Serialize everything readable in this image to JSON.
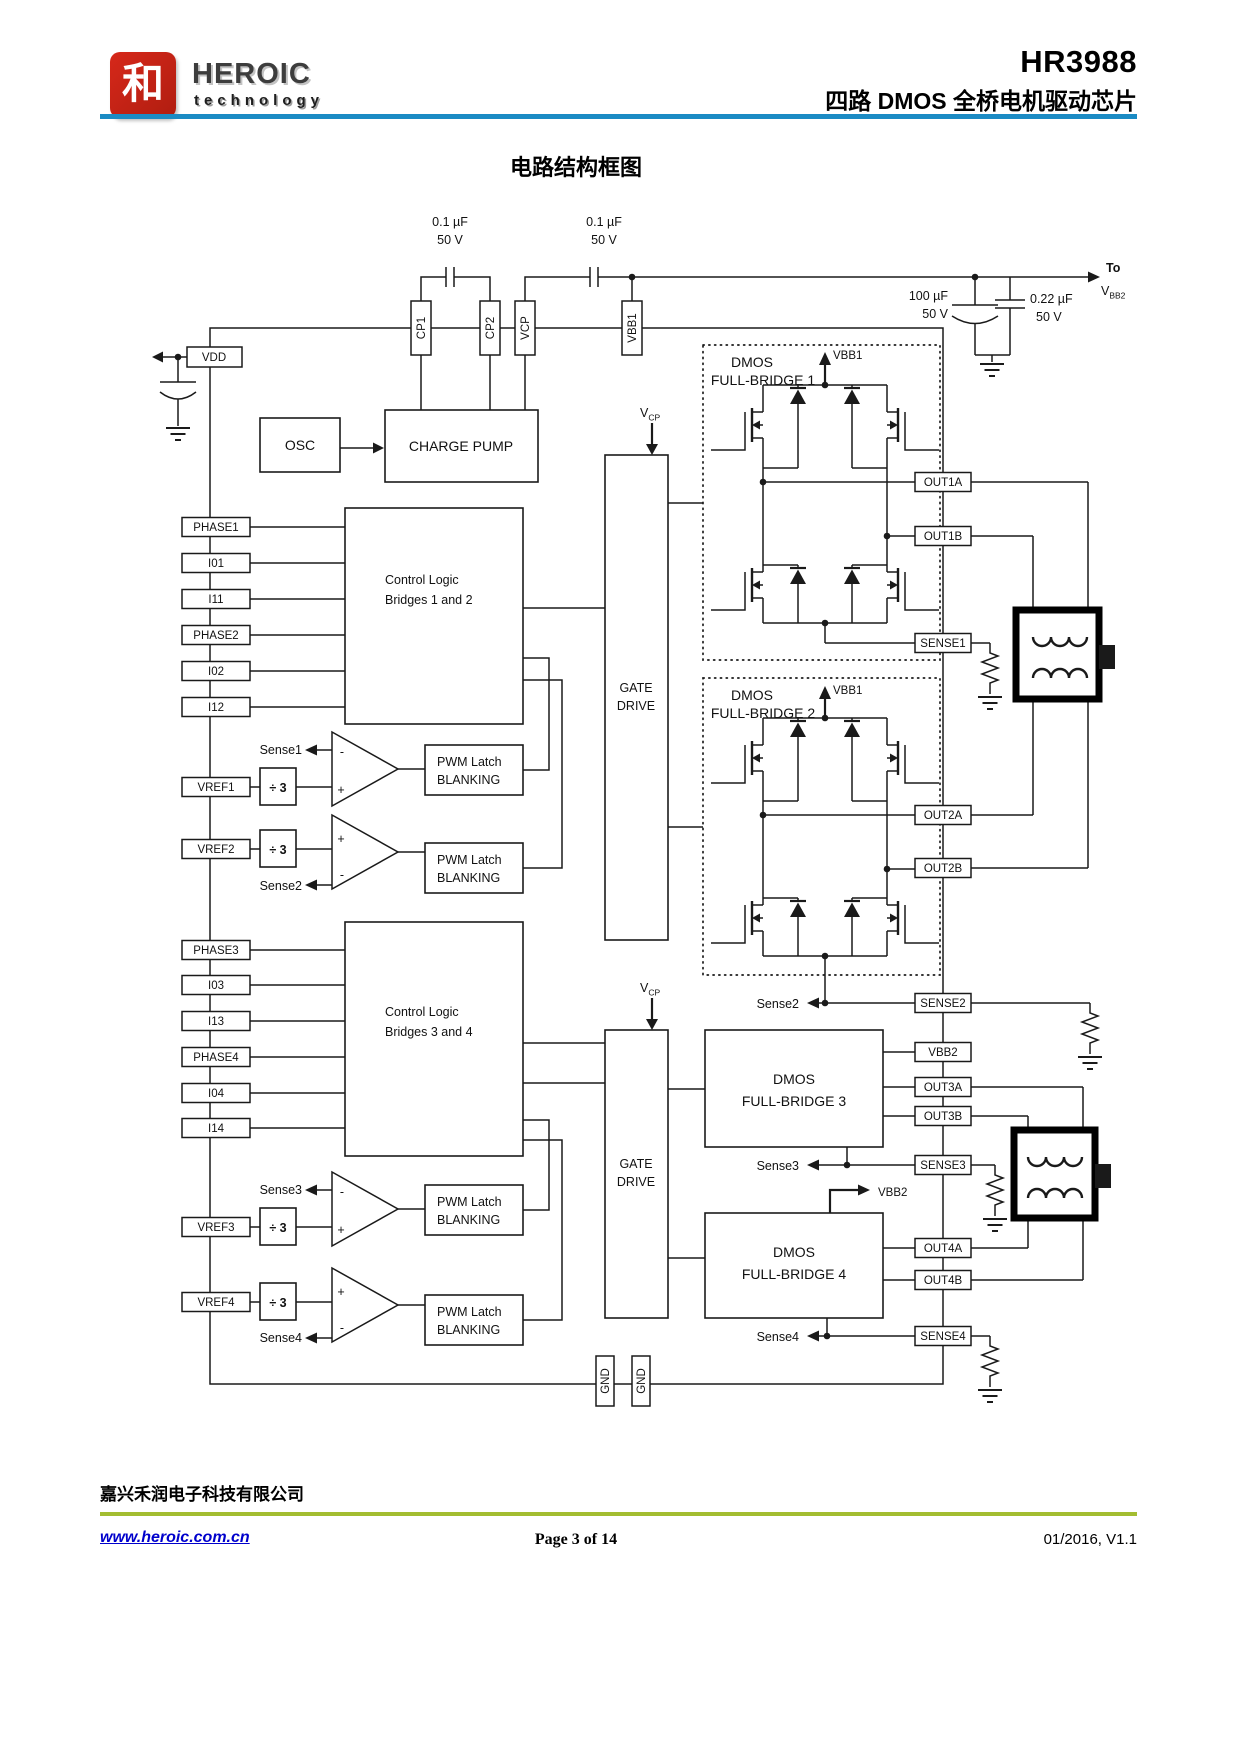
{
  "header": {
    "seal_char": "和",
    "brand": "HEROIC",
    "brand_sub": "technology",
    "part_number": "HR3988",
    "subtitle": "四路 DMOS 全桥电机驱动芯片"
  },
  "page_title": "电路结构框图",
  "colors": {
    "header_rule": "#1b8bc4",
    "footer_rule": "#a3bd31",
    "link": "#0000cc",
    "seal_red": "#d6281a"
  },
  "diagram": {
    "pins": {
      "top": [
        "CP1",
        "CP2",
        "VCP",
        "VBB1"
      ],
      "left": [
        "VDD",
        "PHASE1",
        "I01",
        "I11",
        "PHASE2",
        "I02",
        "I12",
        "VREF1",
        "VREF2",
        "PHASE3",
        "I03",
        "I13",
        "PHASE4",
        "I04",
        "I14",
        "VREF3",
        "VREF4"
      ],
      "right": [
        "OUT1A",
        "OUT1B",
        "SENSE1",
        "OUT2A",
        "OUT2B",
        "SENSE2",
        "VBB2",
        "OUT3A",
        "OUT3B",
        "SENSE3",
        "OUT4A",
        "OUT4B",
        "SENSE4"
      ],
      "bottom": [
        "GND",
        "GND"
      ]
    },
    "blocks": {
      "osc": "OSC",
      "charge_pump": "CHARGE PUMP",
      "control12_l1": "Control Logic",
      "control12_l2": "Bridges 1 and 2",
      "control34_l1": "Control Logic",
      "control34_l2": "Bridges 3 and 4",
      "gate_l1": "GATE",
      "gate_l2": "DRIVE",
      "pwm_l1": "PWM Latch",
      "pwm_l2": "BLANKING",
      "div3": "÷ 3",
      "bridge1_l1": "DMOS",
      "bridge1_l2": "FULL-BRIDGE 1",
      "bridge2_l1": "DMOS",
      "bridge2_l2": "FULL-BRIDGE 2",
      "bridge3_l1": "DMOS",
      "bridge3_l2": "FULL-BRIDGE 3",
      "bridge4_l1": "DMOS",
      "bridge4_l2": "FULL-BRIDGE 4"
    },
    "caps": {
      "c1_l1": "0.1 µF",
      "c1_l2": "50 V",
      "c2_l1": "0.1 µF",
      "c2_l2": "50 V",
      "c3_l1": "100 µF",
      "c3_l2": "50 V",
      "c4_l1": "0.22 µF",
      "c4_l2": "50 V"
    },
    "labels": {
      "to": "To",
      "v": "V",
      "vbb2_sub": "BB2",
      "vcp_sub": "CP",
      "vbb1": "VBB1",
      "vbb2": "VBB2",
      "sense1": "Sense1",
      "sense2": "Sense2",
      "sense3": "Sense3",
      "sense4": "Sense4",
      "plus": "+",
      "minus": "-"
    }
  },
  "footer": {
    "company": "嘉兴禾润电子科技有限公司",
    "url": "www.heroic.com.cn",
    "page": "Page 3 of 14",
    "version": "01/2016, V1.1"
  }
}
